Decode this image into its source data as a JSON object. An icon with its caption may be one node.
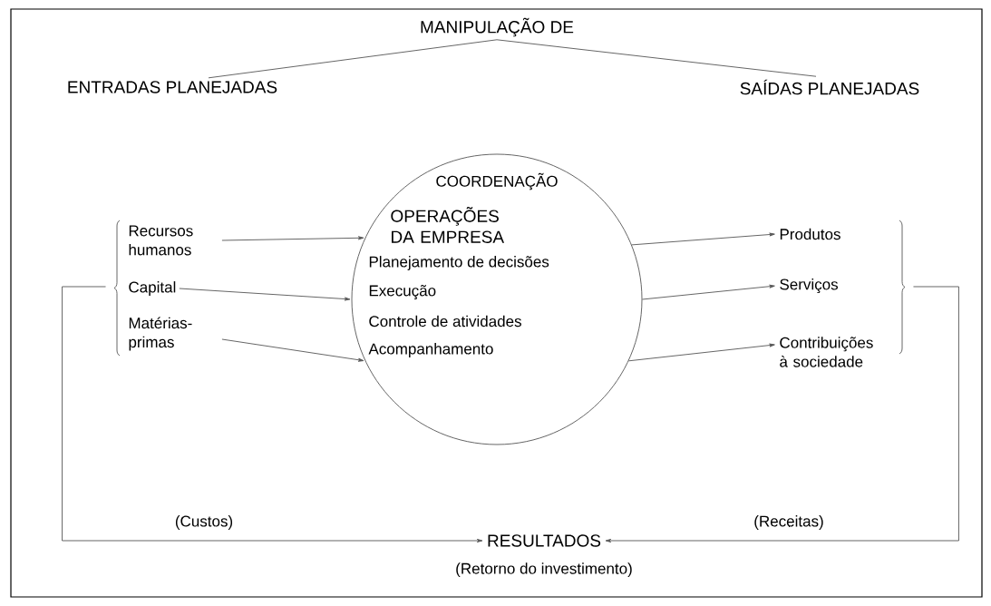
{
  "diagram": {
    "nodes": [
      {
        "text": [
          "MANIPULAÇÃO DE"
        ]
      },
      {
        "text": [
          "ENTRADAS PLANEJADAS"
        ]
      },
      {
        "text": [
          "SAÍDAS PLANEJADAS"
        ]
      },
      {
        "text": [
          "COORDENAÇÃO",
          "OPERAÇÕES DA EMPRESA",
          "Planejamento de decisões",
          "Execução",
          "Controle de atividades",
          "Acompanhamento"
        ]
      },
      {
        "text": [
          "Recursos humanos"
        ]
      },
      {
        "text": [
          "Capital"
        ]
      },
      {
        "text": [
          "Matérias-primas"
        ]
      },
      {
        "text": [
          "Produtos"
        ]
      },
      {
        "text": [
          "Serviços"
        ]
      },
      {
        "text": [
          "Contribuições à sociedade"
        ]
      },
      {
        "text": [
          "RESULTADOS"
        ],
        "beside": [
          "(Retorno do investimento)"
        ]
      },
      {
        "text": [],
        "shape": "bracket"
      },
      {
        "text": [],
        "shape": "bracket"
      }
    ],
    "edges": [
      {
        "from": 0,
        "to": 1,
        "arrow": "none"
      },
      {
        "from": 0,
        "to": 2,
        "arrow": "none"
      },
      {
        "from": 4,
        "to": 3,
        "arrow": "to"
      },
      {
        "from": 5,
        "to": 3,
        "arrow": "to"
      },
      {
        "from": 6,
        "to": 3,
        "arrow": "to"
      },
      {
        "from": 3,
        "to": 7,
        "arrow": "to"
      },
      {
        "from": 3,
        "to": 8,
        "arrow": "to"
      },
      {
        "from": 3,
        "to": 9,
        "arrow": "to"
      },
      {
        "from": 11,
        "to": 10,
        "label": "(Custos)",
        "arrow": "to"
      },
      {
        "from": 12,
        "to": 10,
        "label": "(Receitas)",
        "arrow": "to"
      }
    ]
  }
}
